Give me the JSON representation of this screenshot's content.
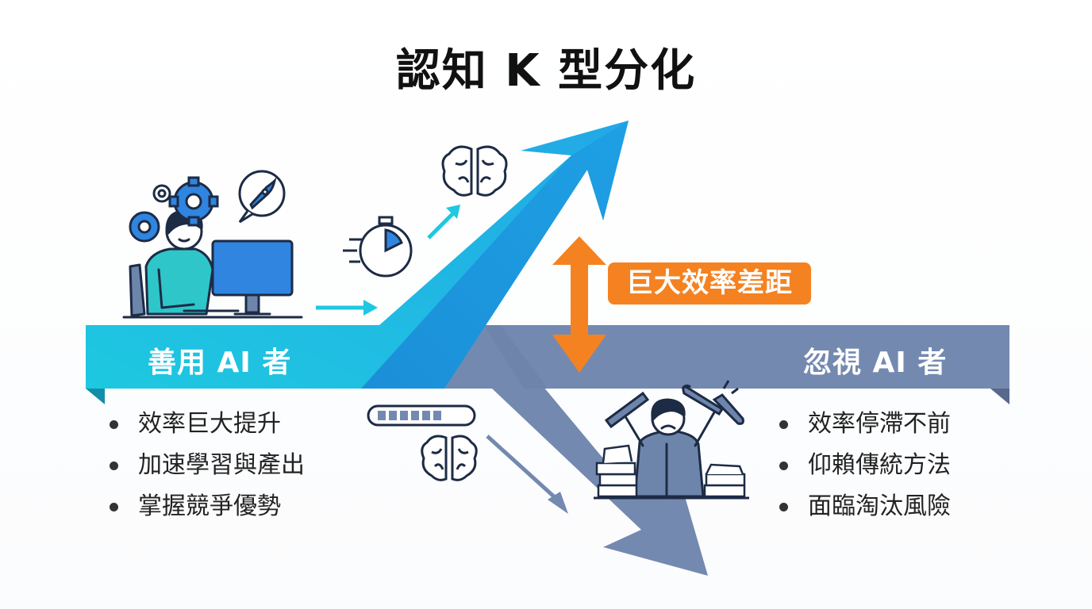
{
  "title": "認知 K 型分化",
  "gap_label": "巨大效率差距",
  "left_group": {
    "label": "善用 AI 者",
    "bullets": [
      "效率巨大提升",
      "加速學習與產出",
      "掌握競爭優勢"
    ]
  },
  "right_group": {
    "label": "忽視 AI 者",
    "bullets": [
      "效率停滯不前",
      "仰賴傳統方法",
      "面臨淘汰風險"
    ]
  },
  "colors": {
    "rising_arrow": "#1ec8e0",
    "rising_arrow_dark": "#1a9ae0",
    "falling_arrow": "#7489b0",
    "gap_badge": "#f58220",
    "title": "#111111"
  },
  "icons": [
    "gear-icon",
    "rocket-icon",
    "person-at-computer-icon",
    "stopwatch-icon",
    "brain-icon",
    "up-arrow-icon",
    "progress-bar-icon",
    "down-arrow-icon",
    "frustrated-person-icon",
    "wrench-icon",
    "paper-stack-icon",
    "double-arrow-icon"
  ]
}
